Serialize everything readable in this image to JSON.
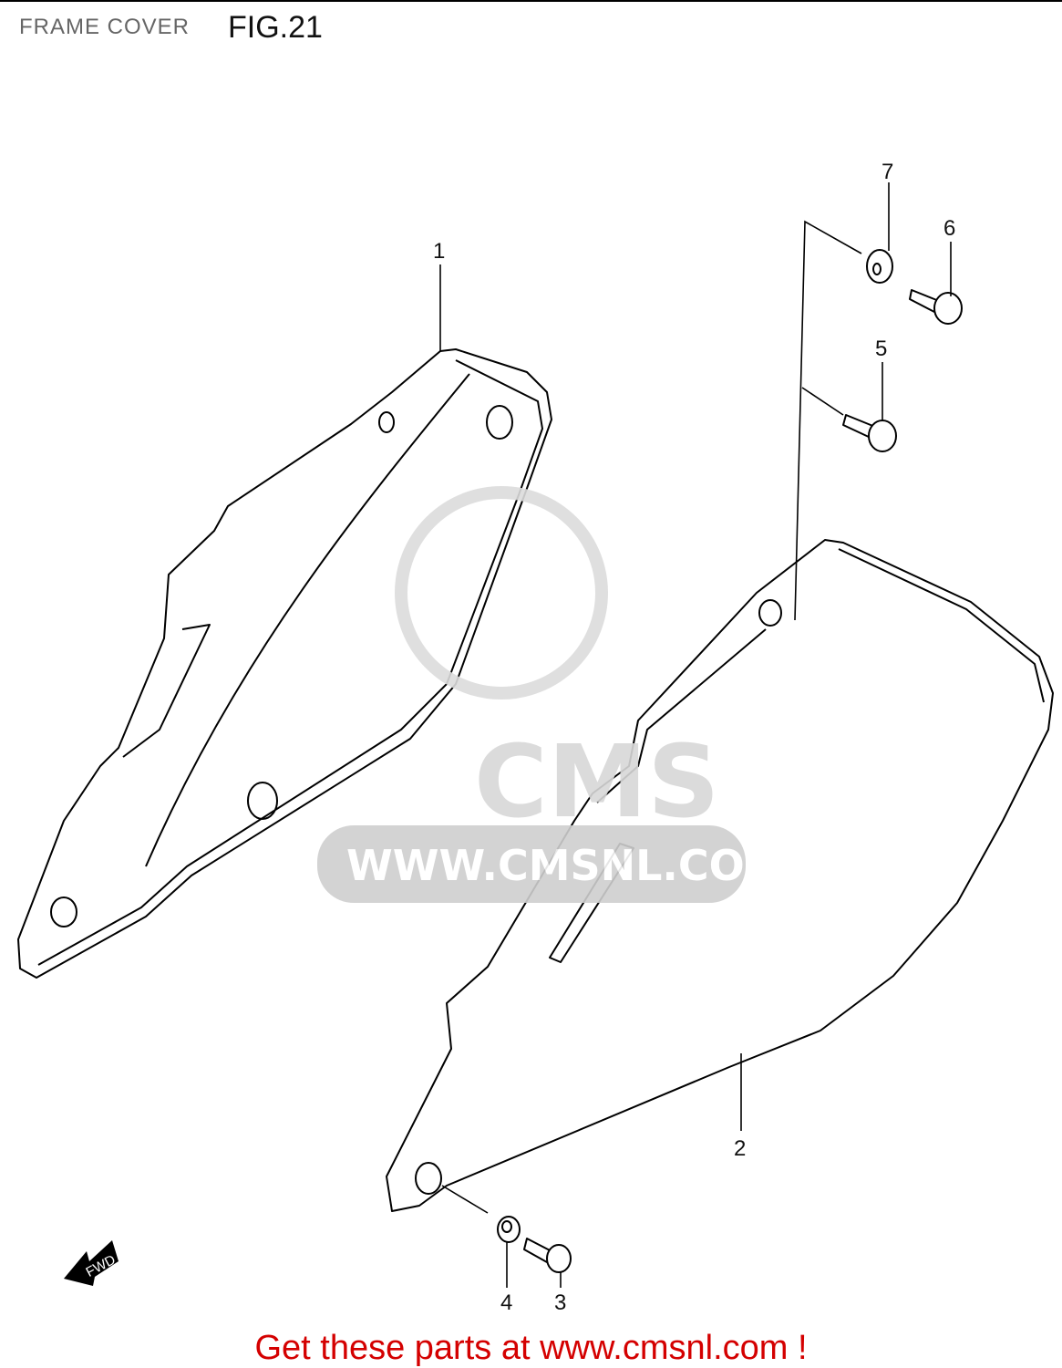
{
  "header": {
    "section_title": "FRAME COVER",
    "figure_number": "FIG.21"
  },
  "diagram": {
    "parts": [
      {
        "number": "1"
      },
      {
        "number": "2"
      },
      {
        "number": "3"
      },
      {
        "number": "4"
      },
      {
        "number": "5"
      },
      {
        "number": "6"
      },
      {
        "number": "7"
      }
    ],
    "direction_badge": "FWD",
    "watermark": {
      "logo": "CMS",
      "url": "WWW.CMSNL.COM"
    }
  },
  "footer": {
    "promo_text": "Get these parts at www.cmsnl.com !",
    "promo_color": "#d40000"
  }
}
